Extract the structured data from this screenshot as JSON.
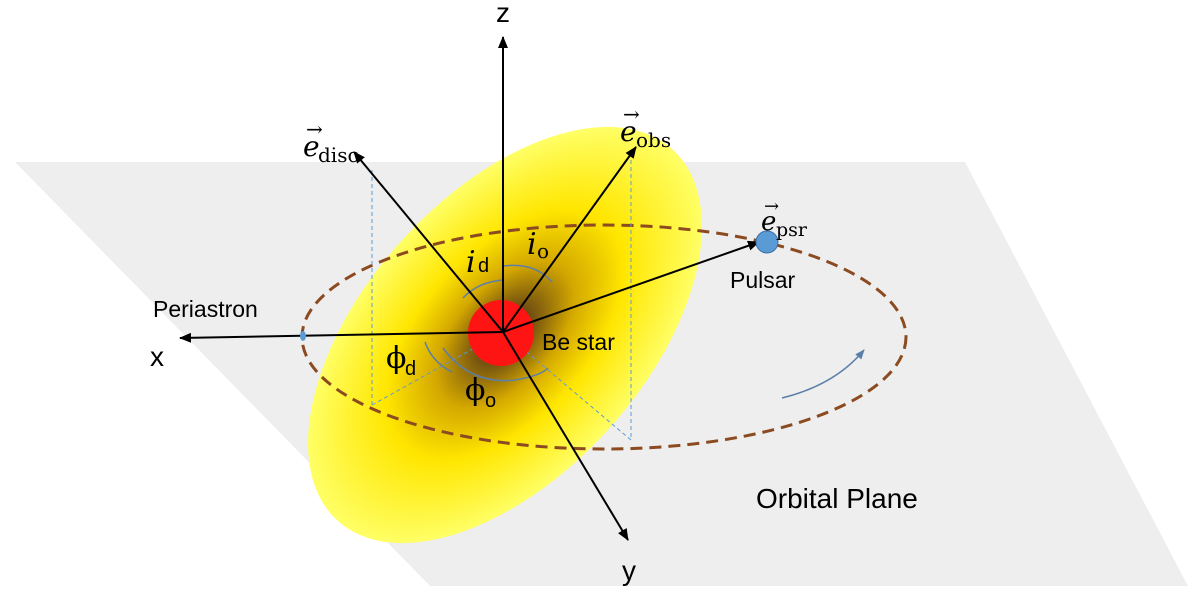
{
  "axes": {
    "x_label": "x",
    "y_label": "y",
    "z_label": "z"
  },
  "vectors": {
    "disc": {
      "base": "e",
      "sub": "disc"
    },
    "obs": {
      "base": "e",
      "sub": "obs"
    },
    "psr": {
      "base": "e",
      "sub": "psr"
    }
  },
  "angles": {
    "i_d": {
      "base": "i",
      "sub": "d"
    },
    "i_o": {
      "base": "i",
      "sub": "o"
    },
    "phi_d": {
      "base": "ϕ",
      "sub": "d"
    },
    "phi_o": {
      "base": "ϕ",
      "sub": "o"
    }
  },
  "labels": {
    "periastron": "Periastron",
    "pulsar": "Pulsar",
    "be_star": "Be star",
    "orbital_plane": "Orbital Plane"
  },
  "colors": {
    "plane": "#eeeeee",
    "disc_outer": "#ffff4d",
    "disc_core": "#6b4a12",
    "star": "#ff1414",
    "orbit": "#8b4a1f",
    "pulsar": "#5b9bd5",
    "arc": "#5b7fa8",
    "projection": "#5b9bd5",
    "arrow": "#000000"
  }
}
